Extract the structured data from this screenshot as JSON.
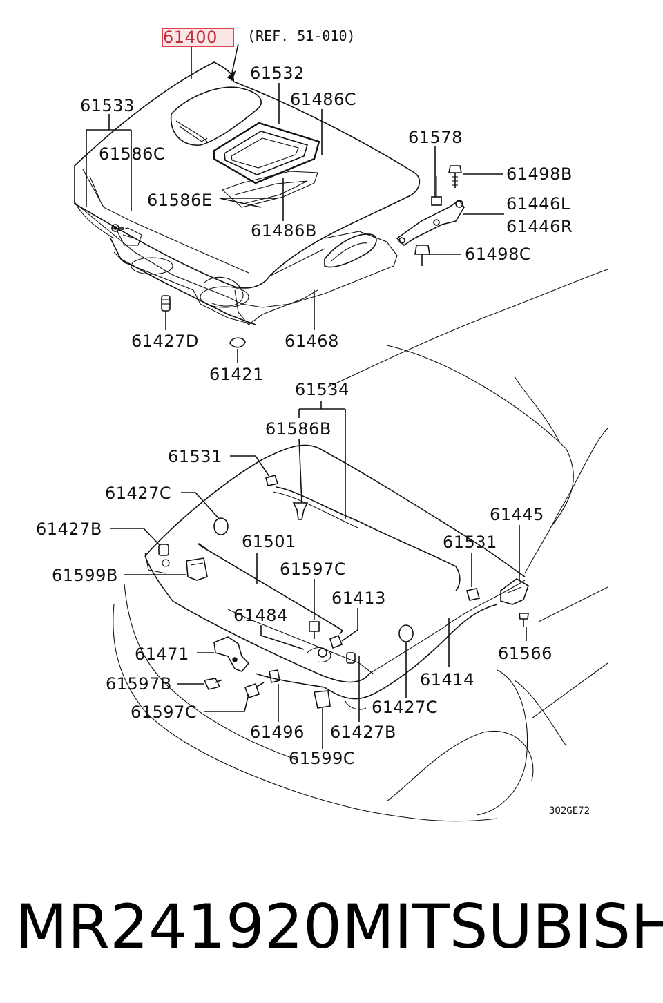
{
  "diagram": {
    "highlighted_part": "61400",
    "reference_note": "(REF. 51-010)",
    "drawing_code": "3Q2GE72",
    "labels": {
      "p61400": "61400",
      "p61532": "61532",
      "p61533": "61533",
      "p61486C": "61486C",
      "p61586C": "61586C",
      "p61578": "61578",
      "p61498B": "61498B",
      "p61586E": "61586E",
      "p61446L": "61446L",
      "p61446R": "61446R",
      "p61486B": "61486B",
      "p61498C": "61498C",
      "p61427D": "61427D",
      "p61468": "61468",
      "p61421": "61421",
      "p61534": "61534",
      "p61586B": "61586B",
      "p61531a": "61531",
      "p61427Ca": "61427C",
      "p61445": "61445",
      "p61427Ba": "61427B",
      "p61501": "61501",
      "p61531b": "61531",
      "p61599B": "61599B",
      "p61597Ca": "61597C",
      "p61413": "61413",
      "p61484": "61484",
      "p61566": "61566",
      "p61471": "61471",
      "p61414": "61414",
      "p61597B": "61597B",
      "p61427Cb": "61427C",
      "p61597Cb": "61597C",
      "p61496": "61496",
      "p61427Bb": "61427B",
      "p61599C": "61599C"
    }
  },
  "footer": {
    "part_number": "MR241920",
    "brand": "MITSUBISHI"
  }
}
